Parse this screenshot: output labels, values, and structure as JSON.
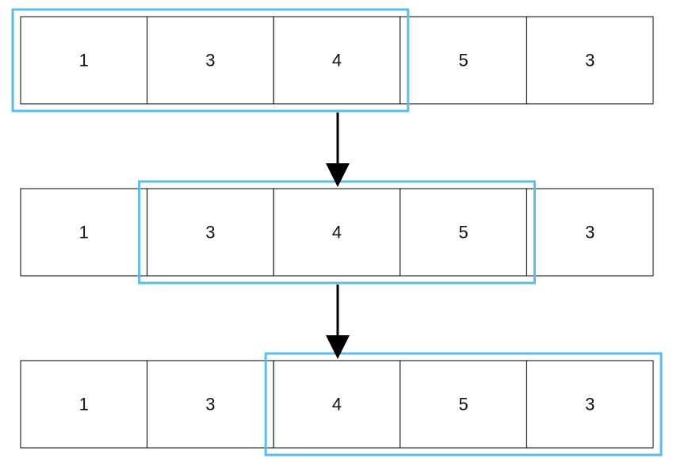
{
  "diagram": {
    "rows": [
      {
        "cells": [
          "1",
          "3",
          "4",
          "5",
          "3"
        ],
        "window_start": 0,
        "window_size": 3
      },
      {
        "cells": [
          "1",
          "3",
          "4",
          "5",
          "3"
        ],
        "window_start": 1,
        "window_size": 3
      },
      {
        "cells": [
          "1",
          "3",
          "4",
          "5",
          "3"
        ],
        "window_start": 2,
        "window_size": 3
      }
    ],
    "colors": {
      "cell_border": "#000000",
      "window_border": "#5bbcf0",
      "arrow": "#000000",
      "text": "#111111"
    }
  }
}
